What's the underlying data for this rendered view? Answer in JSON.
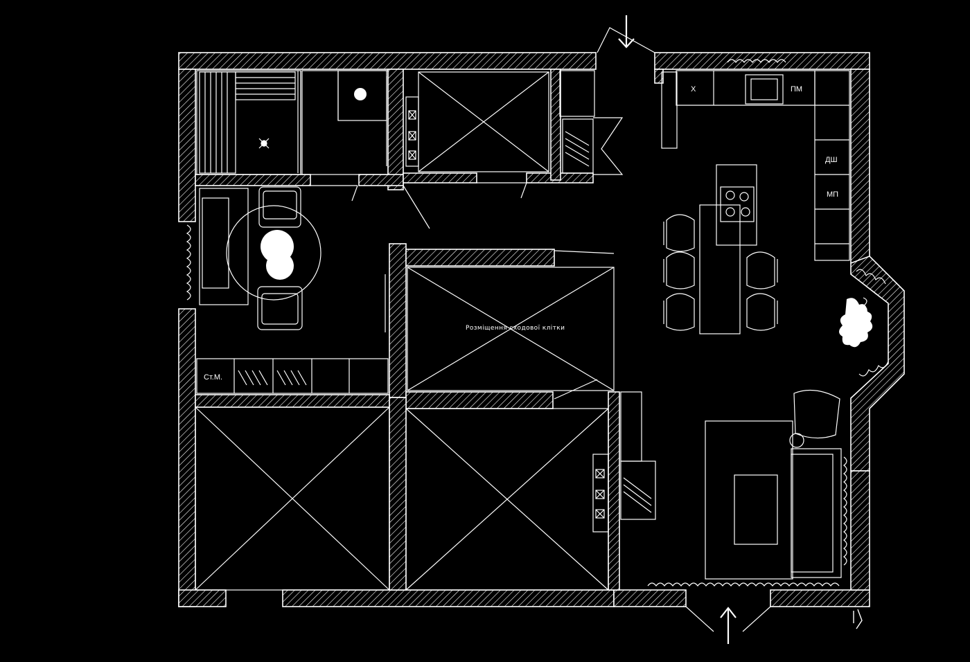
{
  "plan": {
    "background": "#000000",
    "line_color": "#ffffff",
    "labels": {
      "stairwell": "Розміщення сходової клітки",
      "wardrobe": "Ст.М.",
      "fridge": "Х",
      "washer": "ПМ",
      "dishwasher": "ДШ",
      "microwave": "МП"
    },
    "icons": [
      "entrance-arrow-icon",
      "north-symbol-icon",
      "hob-icon",
      "sink-icon",
      "toilet-icon",
      "shower-icon",
      "plant-icon",
      "radiator-icon",
      "chair-icon",
      "sofa-icon",
      "ventilation-shaft-icon"
    ]
  }
}
